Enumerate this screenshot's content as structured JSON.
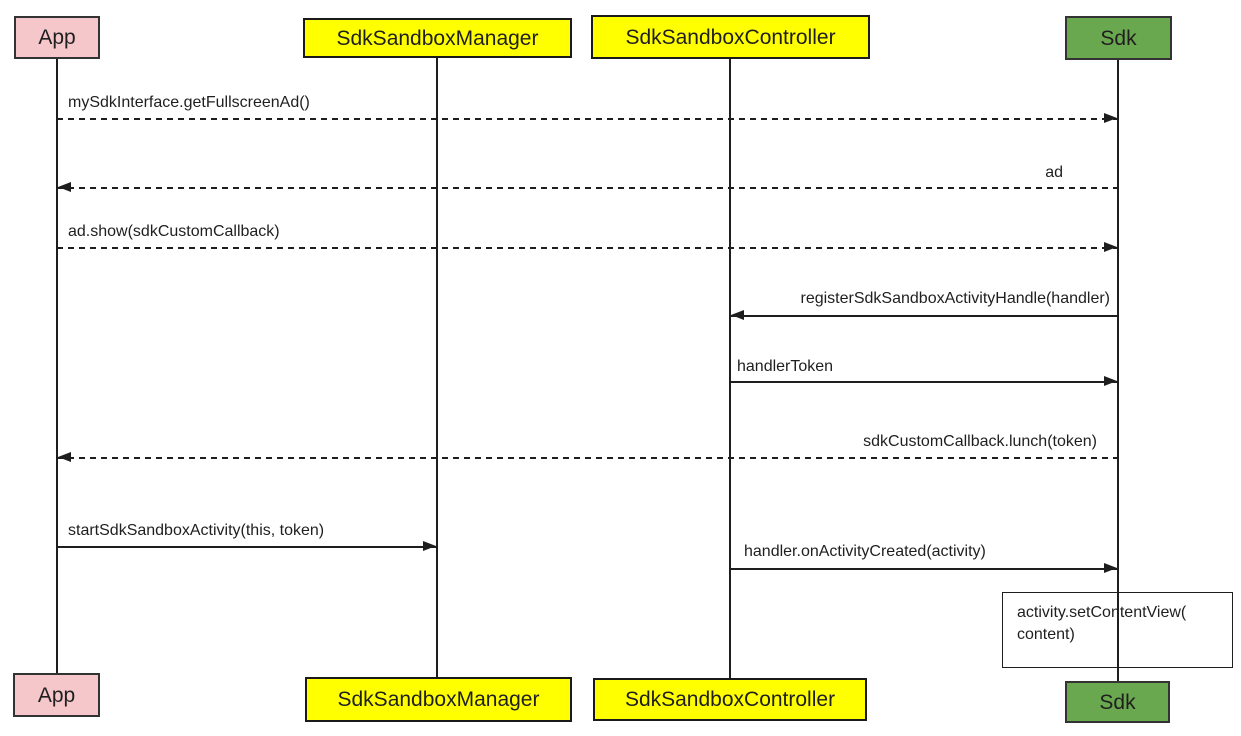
{
  "diagram": {
    "type": "sequence-diagram",
    "background": "#ffffff",
    "line_color": "#1e1e1e",
    "actors": [
      {
        "id": "app",
        "label": "App",
        "fill": "#f5c7cb",
        "border": "#333333"
      },
      {
        "id": "sdk_sandbox_manager",
        "label": "SdkSandboxManager",
        "fill": "#ffff00",
        "border": "#1a1a1a"
      },
      {
        "id": "sdk_sandbox_controller",
        "label": "SdkSandboxController",
        "fill": "#ffff00",
        "border": "#1a1a1a"
      },
      {
        "id": "sdk",
        "label": "Sdk",
        "fill": "#6aa84f",
        "border": "#333333"
      }
    ],
    "messages": [
      {
        "label": "mySdkInterface.getFullscreenAd()",
        "from": "app",
        "to": "sdk",
        "line": "dashed"
      },
      {
        "label": "ad",
        "from": "sdk",
        "to": "app",
        "line": "dashed"
      },
      {
        "label": "ad.show(sdkCustomCallback)",
        "from": "app",
        "to": "sdk",
        "line": "dashed"
      },
      {
        "label": "registerSdkSandboxActivityHandle(handler)",
        "from": "sdk",
        "to": "sdk_sandbox_controller",
        "line": "solid"
      },
      {
        "label": "handlerToken",
        "from": "sdk_sandbox_controller",
        "to": "sdk",
        "line": "solid"
      },
      {
        "label": "sdkCustomCallback.lunch(token)",
        "from": "sdk",
        "to": "app",
        "line": "dashed"
      },
      {
        "label": "startSdkSandboxActivity(this, token)",
        "from": "app",
        "to": "sdk_sandbox_manager",
        "line": "solid"
      },
      {
        "label": "handler.onActivityCreated(activity)",
        "from": "sdk_sandbox_controller",
        "to": "sdk",
        "line": "solid"
      }
    ],
    "note": {
      "text": "activity.setContentView(\ncontent)",
      "attached_to": "sdk"
    }
  }
}
